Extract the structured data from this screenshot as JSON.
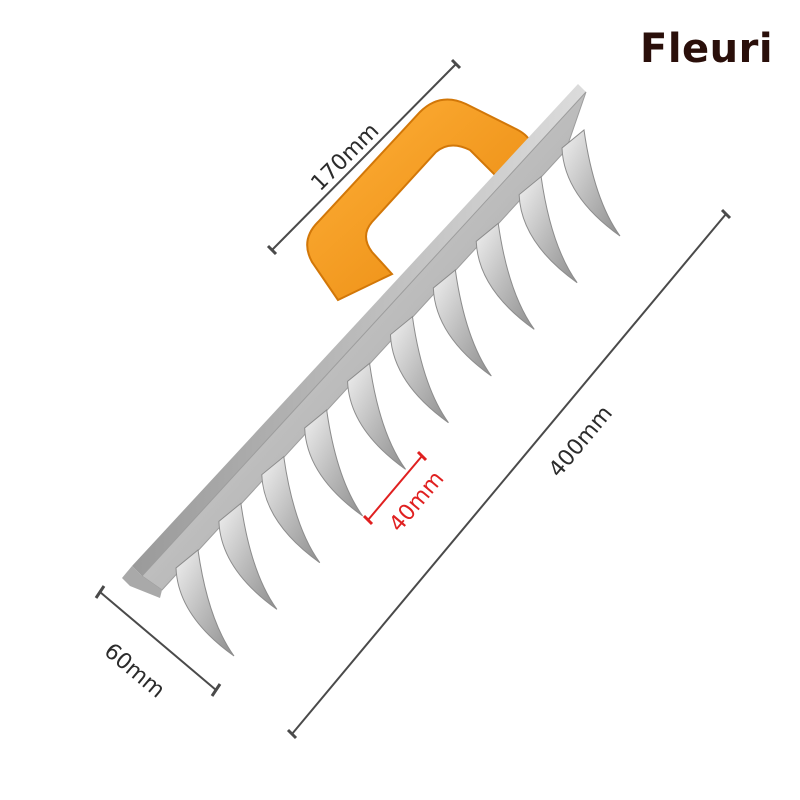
{
  "brand": {
    "name": "Fleuri"
  },
  "dimensions": {
    "handle_length": "170mm",
    "total_length": "400mm",
    "tine_length": "40mm",
    "width": "60mm"
  },
  "colors": {
    "handle": "#f29a1c",
    "steel_light": "#e6e6e6",
    "steel_dark": "#8f8f8f",
    "dimension_line": "#4a4a4a",
    "highlight_dimension": "#e02020",
    "brand": "#2a0f0a"
  },
  "product": {
    "tine_count": 10
  }
}
